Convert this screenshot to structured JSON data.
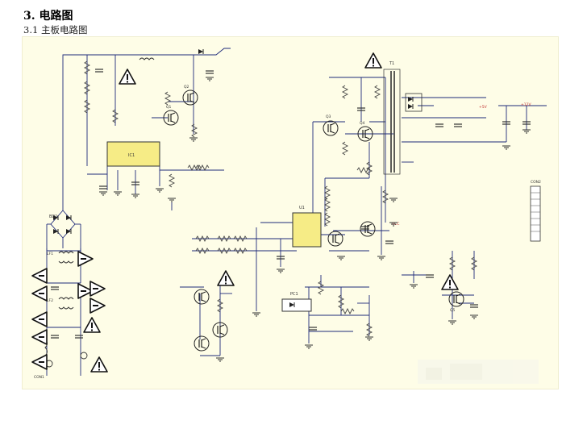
{
  "header": {
    "title": "3. 电路图",
    "subtitle": "3.1 主板电路图"
  },
  "schematic": {
    "labels": {
      "transformer": "T1",
      "bridge": "BD1",
      "ic_main": "IC1",
      "ic_mid": "U1",
      "optocoupler": "PC1",
      "lf1": "LF1",
      "lf2": "LF2",
      "con1": "CON1",
      "v12": "+12V",
      "v5": "+5V",
      "vcc": "VCC",
      "con2": "CON2",
      "q1": "Q1",
      "q2": "Q2",
      "q3": "Q3",
      "q4": "Q4",
      "q5": "Q5"
    },
    "colors": {
      "wire": "#1f2a7a",
      "component": "#2a2a2a",
      "ic_fill": "#f6ec86",
      "warning_fill": "#ffffff",
      "background": "#fefde7"
    }
  }
}
